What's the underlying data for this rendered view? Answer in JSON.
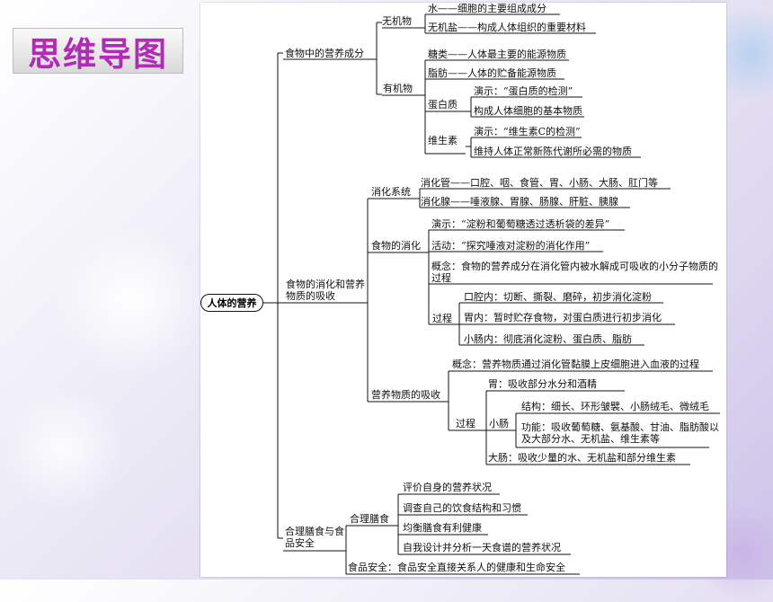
{
  "title": "思维导图",
  "root": "人体的营养",
  "nutrients": {
    "label": "食物中的营养成分",
    "inorganic": {
      "label": "无机物",
      "items": [
        "水——细胞的主要组成成分",
        "无机盐——构成人体组织的重要材料"
      ]
    },
    "organic": {
      "label": "有机物",
      "sugar": "糖类——人体最主要的能源物质",
      "fat": "脂肪——人体的贮备能源物质",
      "protein": {
        "label": "蛋白质",
        "items": [
          "演示：“蛋白质的检测”",
          "构成人体细胞的基本物质"
        ]
      },
      "vitamin": {
        "label": "维生素",
        "items": [
          "演示：“维生素C的检测”",
          "维持人体正常新陈代谢所必需的物质"
        ]
      }
    }
  },
  "digestion": {
    "label": "食物的消化和营养物质的吸收",
    "system": {
      "label": "消化系统",
      "items": [
        "消化管——口腔、咽、食管、胃、小肠、大肠、肛门等",
        "消化腺——唾液腺、胃腺、肠腺、肝脏、胰腺"
      ]
    },
    "food_digestion": {
      "label": "食物的消化",
      "items": [
        "演示：“淀粉和葡萄糖透过透析袋的差异”",
        "活动：“探究唾液对淀粉的消化作用”",
        "概念：食物的营养成分在消化管内被水解成可吸收的小分子物质的过程"
      ],
      "process": {
        "label": "过程",
        "items": [
          "口腔内：切断、撕裂、磨碎，初步消化淀粉",
          "胃内：暂时贮存食物，对蛋白质进行初步消化",
          "小肠内：彻底消化淀粉、蛋白质、脂肪"
        ]
      }
    },
    "absorption": {
      "label": "营养物质的吸收",
      "concept": "概念：营养物质通过消化管黏膜上皮细胞进入血液的过程",
      "process": {
        "label": "过程",
        "stomach": "胃：吸收部分水分和酒精",
        "small_intestine": {
          "label": "小肠",
          "items": [
            "结构：细长、环形皱襞、小肠绒毛、微绒毛",
            "功能：吸收葡萄糖、氨基酸、甘油、脂肪酸以及大部分水、无机盐、维生素等"
          ]
        },
        "large_intestine": "大肠：吸收少量的水、无机盐和部分维生素"
      }
    }
  },
  "diet": {
    "label": "合理膳食与食品安全",
    "reasonable": {
      "label": "合理膳食",
      "items": [
        "评价自身的营养状况",
        "调查自己的饮食结构和习惯",
        "均衡膳食有利健康",
        "自我设计并分析一天食谱的营养状况"
      ]
    },
    "safety": "食品安全：食品安全直接关系人的健康和生命安全"
  }
}
